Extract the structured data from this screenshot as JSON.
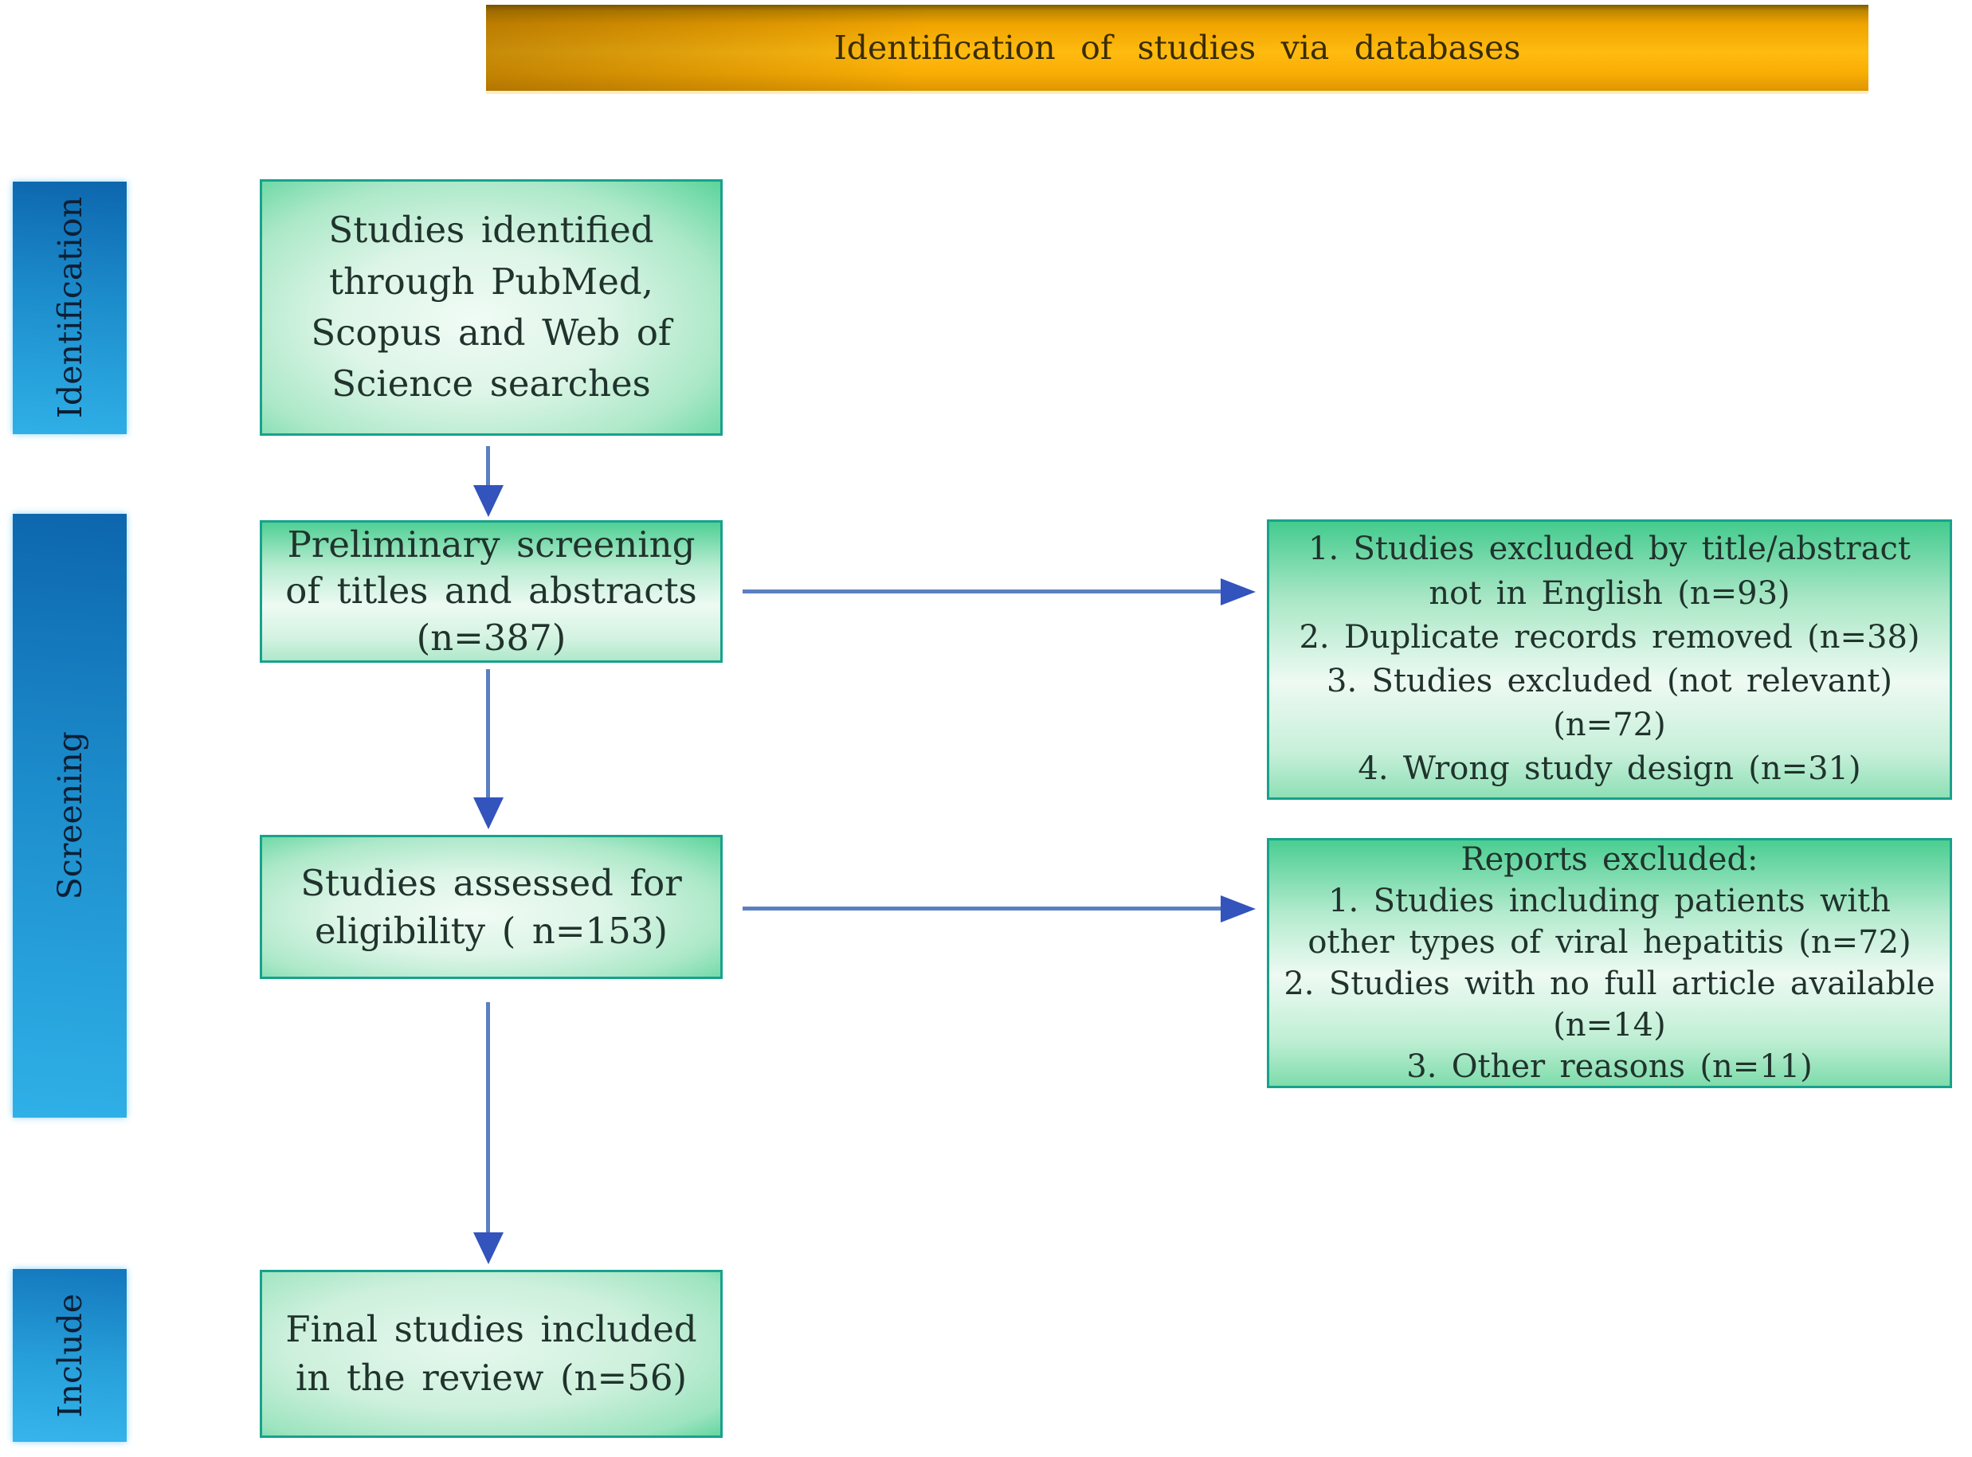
{
  "banner": {
    "title": "Identification of studies via databases"
  },
  "stages": [
    {
      "label": "Identification"
    },
    {
      "label": "Screening"
    },
    {
      "label": "Include"
    }
  ],
  "flow_boxes": [
    {
      "name": "studies-identified",
      "lines": [
        "Studies identified",
        "through PubMed,",
        "Scopus and Web of",
        "Science searches"
      ]
    },
    {
      "name": "preliminary-screening",
      "lines": [
        "Preliminary screening",
        "of titles and abstracts",
        "(n=387)"
      ]
    },
    {
      "name": "assessed-for-eligibility",
      "lines": [
        "Studies assessed for",
        "eligibility ( n=153)"
      ]
    },
    {
      "name": "final-studies-included",
      "lines": [
        "Final studies included",
        "in the review (n=56)"
      ]
    }
  ],
  "exclusion_boxes": [
    {
      "name": "excluded-after-screening",
      "lines": [
        "1. Studies excluded by title/abstract",
        "not in English (n=93)",
        "2. Duplicate records removed (n=38)",
        "3. Studies excluded (not relevant)",
        "(n=72)",
        "4. Wrong study design (n=31)"
      ]
    },
    {
      "name": "reports-excluded",
      "lines": [
        "Reports excluded:",
        "1. Studies including patients with",
        "other types of viral hepatitis (n=72)",
        "2. Studies with no full article available",
        "(n=14)",
        "3. Other reasons (n=11)"
      ]
    }
  ],
  "colors": {
    "banner_fill": "#ffb90f",
    "banner_dark_edge": "#bd8600",
    "banner_text": "#3a2c02",
    "stage_fill_top": "#0d66ad",
    "stage_fill_bottom": "#2fb0e7",
    "stage_text": "#0c1f35",
    "box_border": "#17a28c",
    "box_fill_center": "#f0fbf5",
    "box_fill_edge": "#5cd49b",
    "box_text": "#20332c",
    "arrow_line": "#5b80c1",
    "arrow_head": "#3353bd"
  }
}
